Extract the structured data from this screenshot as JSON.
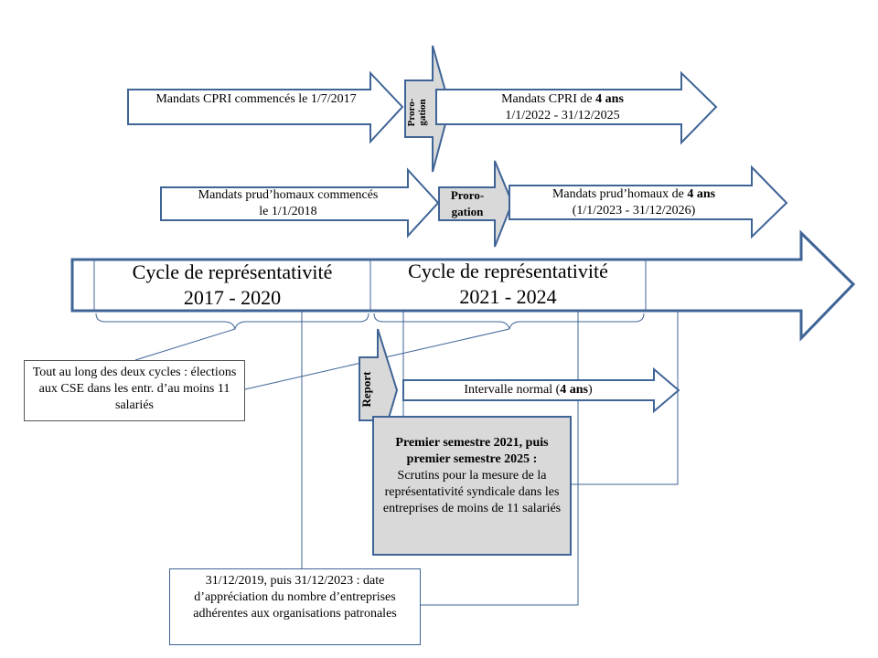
{
  "cpri": {
    "start_label": "Mandats CPRI commencés le 1/7/2017",
    "prorogation_label": "Proro-gation",
    "new_prefix": "Mandats CPRI de ",
    "new_bold": "4 ans",
    "new_dates": "1/1/2022 - 31/12/2025"
  },
  "prudhomaux": {
    "start_label": "Mandats prud’homaux commencés le 1/1/2018",
    "prorogation_label": "Proro-gation",
    "new_prefix": "Mandats prud’homaux de ",
    "new_bold": "4 ans",
    "new_dates": "(1/1/2023 - 31/12/2026)"
  },
  "cycles": [
    {
      "line1": "Cycle de représentativité",
      "line2": "2017 - 2020"
    },
    {
      "line1": "Cycle de représentativité",
      "line2": "2021 - 2024"
    }
  ],
  "cse_note": "Tout au long des deux cycles : élections aux CSE dans les entr. d’au moins 11 salariés",
  "report_label": "Report",
  "interval": {
    "prefix": "Intervalle normal (",
    "bold": "4 ans",
    "suffix": ")"
  },
  "tpe_box": {
    "bold": "Premier semestre 2021, puis premier semestre 2025 :",
    "text": "Scrutins pour la mesure de la représentativité syndicale dans les entreprises de moins de 11 salariés"
  },
  "patronal_note": "31/12/2019, puis 31/12/2023 : date d’appréciation du nombre d’entreprises adhérentes aux organisations patronales",
  "colors": {
    "stroke": "#3f6496",
    "gray_fill": "#d9d9d9"
  }
}
